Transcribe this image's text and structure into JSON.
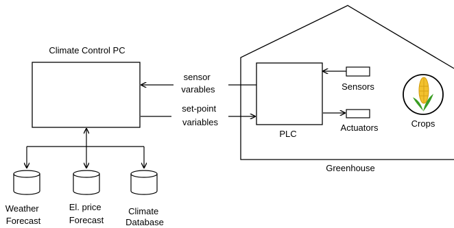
{
  "pc": {
    "title": "Climate Control PC"
  },
  "signals": {
    "sensor": [
      "sensor",
      "varables"
    ],
    "setpoint": [
      "set-point",
      "variables"
    ]
  },
  "greenhouse": {
    "label": "Greenhouse",
    "plc_label": "PLC",
    "sensors_label": "Sensors",
    "actuators_label": "Actuators",
    "crops_label": "Crops",
    "crops_icon": "corn-icon"
  },
  "databases": [
    {
      "lines": [
        "Weather",
        "Forecast"
      ]
    },
    {
      "lines": [
        "El. price",
        "Forecast"
      ]
    },
    {
      "lines": [
        "Climate",
        "Database"
      ]
    }
  ],
  "colors": {
    "stroke": "#000000",
    "corn_yellow": "#f2c12e",
    "corn_green": "#3a9d23"
  }
}
